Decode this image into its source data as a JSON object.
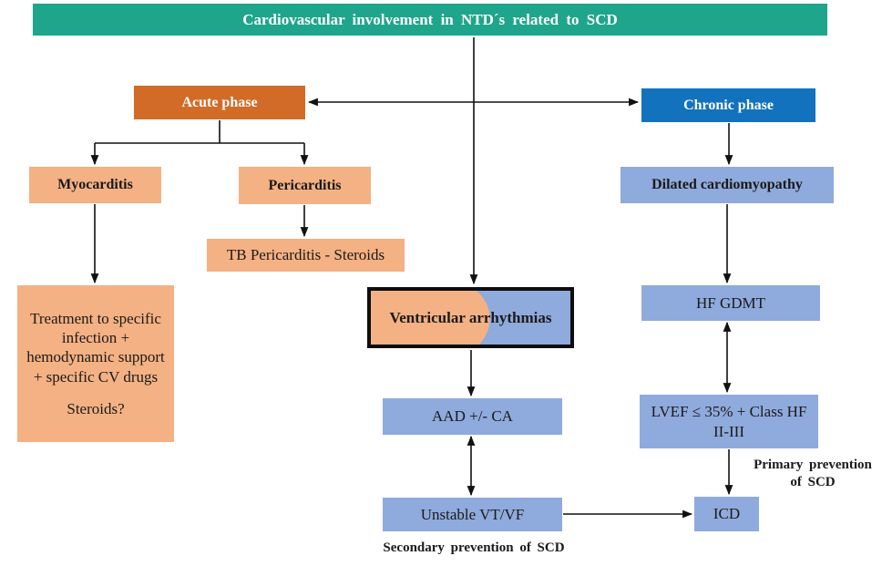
{
  "title": "Cardiovascular involvement in NTD´s related to SCD",
  "colors": {
    "banner_bg": "#1FA58B",
    "acute_bg": "#D26B28",
    "chronic_bg": "#1272BD",
    "light_orange": "#F4B183",
    "light_blue": "#8FAADC"
  },
  "nodes": {
    "acute_phase": "Acute phase",
    "chronic_phase": "Chronic phase",
    "myocarditis": "Myocarditis",
    "pericarditis": "Pericarditis",
    "tb_pericarditis": "TB Pericarditis - Steroids",
    "treatment_main": "Treatment to specific infection + hemodynamic support + specific CV drugs",
    "treatment_question": "Steroids?",
    "ventricular_arrhythmias": "Ventricular arrhythmias",
    "aad_ca": "AAD +/- CA",
    "unstable_vtvf": "Unstable VT/VF",
    "dilated_cardiomyopathy": "Dilated cardiomyopathy",
    "hf_gdmt": "HF GDMT",
    "lvef_class": "LVEF ≤ 35% + Class HF II-III",
    "icd": "ICD"
  },
  "labels": {
    "primary_prevention": "Primary prevention of SCD",
    "secondary_prevention": "Secondary prevention of SCD"
  }
}
